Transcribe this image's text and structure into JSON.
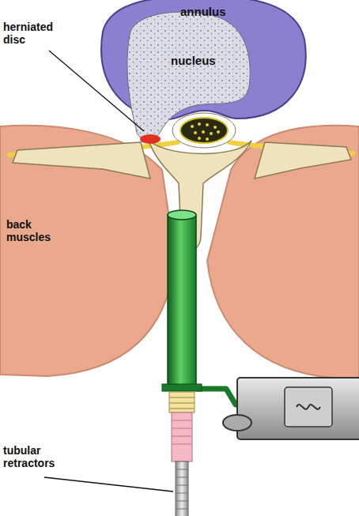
{
  "diagram": {
    "labels": [
      "annulus",
      "nucleus",
      "herniated disc",
      "back muscles",
      "tubular retractors"
    ]
  }
}
